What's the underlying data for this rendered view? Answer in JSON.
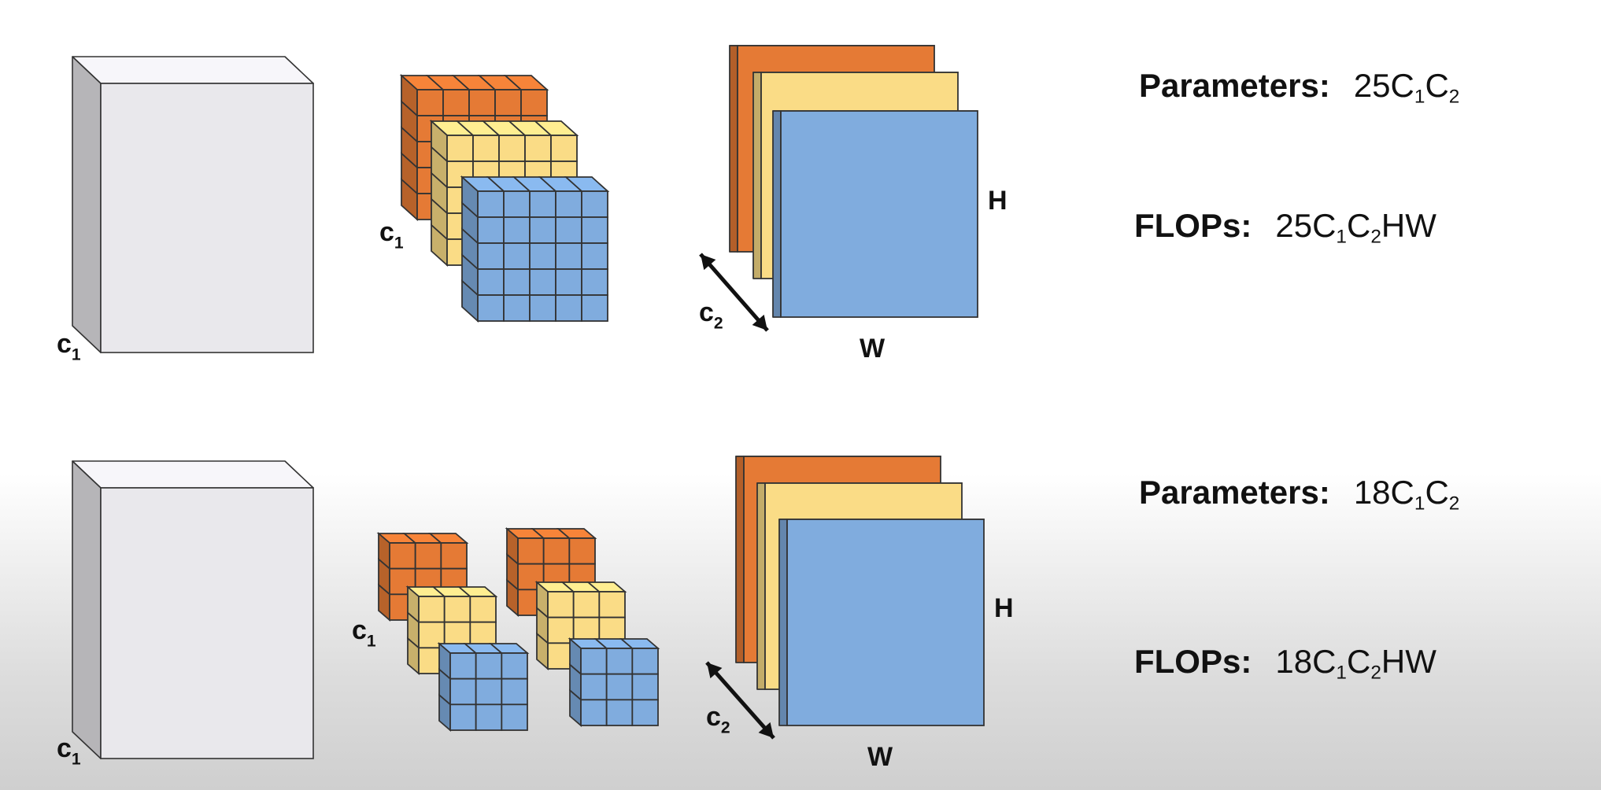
{
  "colors": {
    "orange": "#E57A35",
    "yellow": "#FADC86",
    "blue": "#80ACDE",
    "input_volume": "#E9E8EC"
  },
  "rows": [
    {
      "input_label": "c",
      "input_label_sub": "1",
      "kernel_label": "c",
      "kernel_label_sub": "1",
      "output_h_label": "H",
      "output_w_label": "W",
      "output_depth_label": "c",
      "output_depth_label_sub": "2",
      "kernel_grid": 5,
      "kernel_stacks": 1,
      "parameters": {
        "label": "Parameters:",
        "coef": "25",
        "terms": [
          {
            "base": "C",
            "sub": "1"
          },
          {
            "base": "C",
            "sub": "2"
          }
        ],
        "tail": ""
      },
      "flops": {
        "label": "FLOPs:",
        "coef": "25",
        "terms": [
          {
            "base": "C",
            "sub": "1"
          },
          {
            "base": "C",
            "sub": "2"
          }
        ],
        "tail": "HW"
      }
    },
    {
      "input_label": "c",
      "input_label_sub": "1",
      "kernel_label": "c",
      "kernel_label_sub": "1",
      "output_h_label": "H",
      "output_w_label": "W",
      "output_depth_label": "c",
      "output_depth_label_sub": "2",
      "kernel_grid": 3,
      "kernel_stacks": 2,
      "parameters": {
        "label": "Parameters:",
        "coef": "18",
        "terms": [
          {
            "base": "C",
            "sub": "1"
          },
          {
            "base": "C",
            "sub": "2"
          }
        ],
        "tail": ""
      },
      "flops": {
        "label": "FLOPs:",
        "coef": "18",
        "terms": [
          {
            "base": "C",
            "sub": "1"
          },
          {
            "base": "C",
            "sub": "2"
          }
        ],
        "tail": "HW"
      }
    }
  ]
}
